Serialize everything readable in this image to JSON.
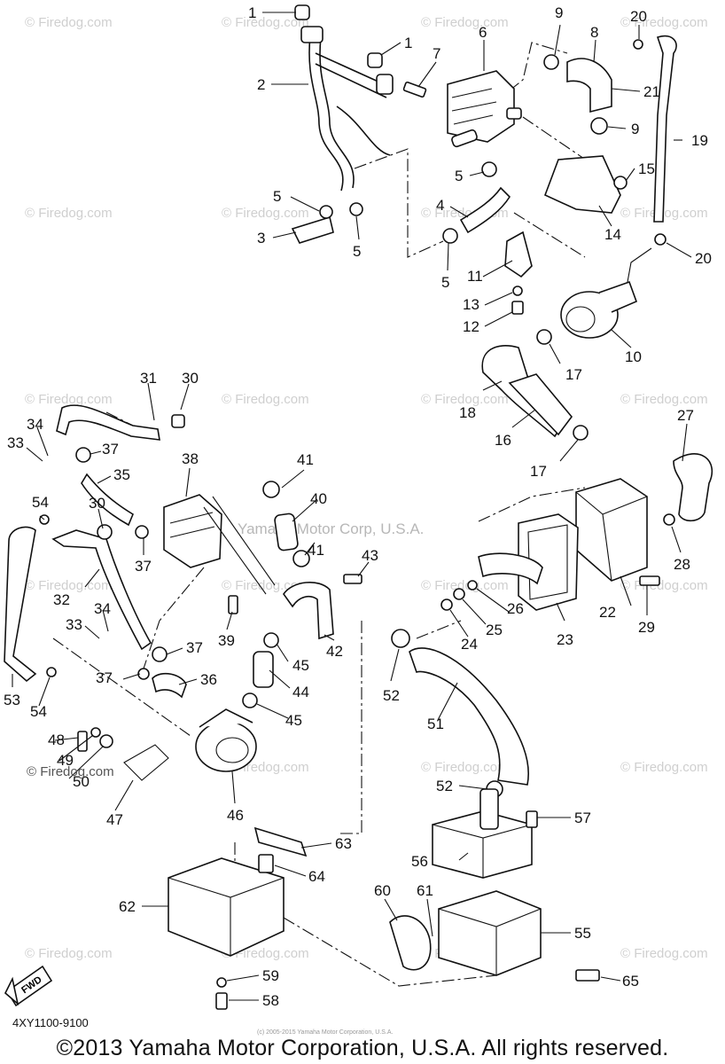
{
  "watermark": "© Firedog.com",
  "center_watermark": "Yamaha Motor Corp, U.S.A.",
  "fwd_label": "FWD",
  "diagram_code": "4XY1100-9100",
  "small_copyright": "(c) 2005-2015 Yamaha Motor Corporation, U.S.A.",
  "copyright": "©2013 Yamaha Motor Corporation, U.S.A. All rights reserved.",
  "overlay_watermark": "© Firedog.com",
  "callouts": [
    "1",
    "1",
    "2",
    "3",
    "4",
    "5",
    "5",
    "5",
    "5",
    "6",
    "7",
    "8",
    "9",
    "9",
    "10",
    "11",
    "12",
    "13",
    "14",
    "15",
    "16",
    "17",
    "17",
    "18",
    "19",
    "20",
    "20",
    "21",
    "22",
    "23",
    "24",
    "25",
    "26",
    "27",
    "28",
    "29",
    "30",
    "30",
    "31",
    "32",
    "33",
    "33",
    "34",
    "34",
    "35",
    "36",
    "37",
    "37",
    "37",
    "37",
    "38",
    "39",
    "40",
    "41",
    "41",
    "42",
    "43",
    "44",
    "45",
    "45",
    "46",
    "47",
    "48",
    "49",
    "50",
    "51",
    "52",
    "52",
    "53",
    "54",
    "54",
    "55",
    "56",
    "57",
    "58",
    "59",
    "60",
    "61",
    "62",
    "63",
    "64",
    "65"
  ]
}
